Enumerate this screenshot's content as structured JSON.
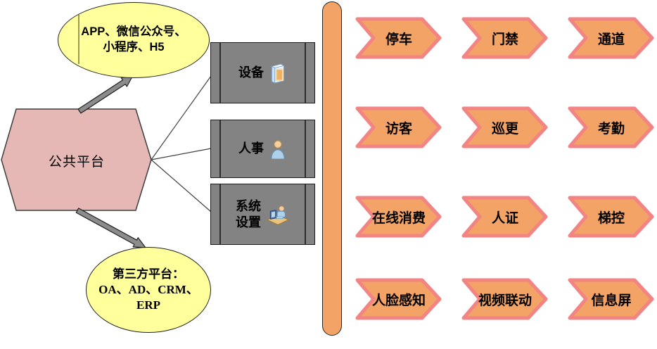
{
  "diagram": {
    "top_ellipse": {
      "lines": [
        "APP、微信公众号、",
        "小程序、H5"
      ]
    },
    "hexagon": {
      "label": "公共平台"
    },
    "bottom_ellipse": {
      "lines": [
        "第三方平台：",
        "OA、AD、CRM、",
        "ERP"
      ]
    },
    "modules": [
      {
        "label": "设备",
        "icon": "software-box-icon"
      },
      {
        "label": "人事",
        "icon": "person-icon"
      },
      {
        "label": "系统\n设置",
        "icon": "workstation-icon"
      }
    ],
    "functions": [
      "停车",
      "门禁",
      "通道",
      "访客",
      "巡更",
      "考勤",
      "在线消费",
      "人证",
      "梯控",
      "人脸感知",
      "视频联动",
      "信息屏"
    ]
  },
  "colors": {
    "ellipse_fill": "#FFFF9C",
    "hexagon_fill": "#E5B8B6",
    "module_fill": "#838383",
    "orange_fill": "#F2A365",
    "chevron_border": "#F28484",
    "arrow_gray": "#8C8C8C"
  }
}
